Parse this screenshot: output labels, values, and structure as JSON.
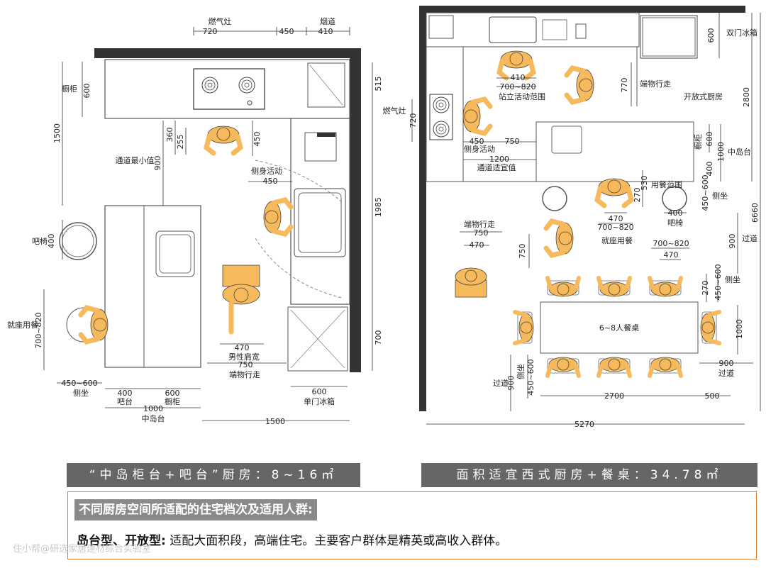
{
  "left_plan": {
    "top_dims": [
      "720",
      "450",
      "410"
    ],
    "top_labels": [
      "燃气灶",
      "烟道"
    ],
    "cabinet_label": "橱柜",
    "cabinet_depth": "600",
    "left_height": "1500",
    "dim_360": "360",
    "dim_255": "255",
    "dim_450v": "450",
    "aisle_dim": "900",
    "aisle_label": "通道最小值",
    "side_activity_label": "侧身活动",
    "side_activity_dim": "450",
    "right_dims": [
      "515",
      "1985",
      "700"
    ],
    "stool_label": "吧椅",
    "stool_dim": "400",
    "seated_dining_label": "就座用餐",
    "seated_dim": "700~820",
    "shoulder_dim": "470",
    "shoulder_label": "男性肩宽",
    "walk_dim": "750",
    "walk_label": "端物行走",
    "side_seat_dim": "450~600",
    "side_seat_label": "侧坐",
    "bar_dim": "400",
    "bar_label": "吧台",
    "cab_dim": "600",
    "cab_label": "橱柜",
    "island_dim": "1000",
    "island_label": "中岛台",
    "fridge_dim": "600",
    "fridge_label": "单门冰箱",
    "bottom_dim": "1500"
  },
  "right_plan": {
    "double_fridge_label": "双门冰箱",
    "fridge_depth": "600",
    "stand_dims": [
      "410",
      "700~820"
    ],
    "stand_label": "站立活动范围",
    "stove_label": "燃气灶",
    "stove_dim": "720",
    "carry_dim": "770",
    "carry_label": "端物行走",
    "open_kitchen_label": "开放式厨房",
    "total_height": "2800",
    "side_act_dim": "450",
    "side_act_label": "侧身活动",
    "gap_dim": "750",
    "passage_dim": "1200",
    "passage_label": "通道适宜值",
    "cab_label": "橱柜",
    "cab_dim": "600",
    "island_dim": "1000",
    "island_label": "中岛台",
    "dim_400": "400",
    "dim_530": "530",
    "dim_270": "270",
    "dining_stand_label": "用餐范围",
    "dim_450_600": "450~600",
    "side_seat_label": "侧坐",
    "total_right": "6660",
    "stool_dim": "400",
    "stool_label": "吧椅",
    "dim_470": "470",
    "dim_700_820": "700~820",
    "carry2_label": "端物行走",
    "carry2_dim": "750",
    "carry2_sub": "470",
    "carry2_v": "750",
    "seated_label": "就座用餐",
    "dim_700_820b": "700~820",
    "dim_470b": "470",
    "passage900": "900",
    "passage_label2": "过道",
    "dim_270b": "270",
    "dim_450_600b": "450~600",
    "side_label2": "侧坐",
    "table_label": "6~8人餐桌",
    "dim_1000": "1000",
    "dim_900b": "900",
    "passage_label3": "过道",
    "left_side_label": "侧坐",
    "left_side_dim": "450~600",
    "left_pass_dim": "900",
    "left_pass_label": "过道",
    "dim_2700": "2700",
    "dim_500": "500",
    "bottom_dim": "5270"
  },
  "banners": {
    "left": "“中岛柜台+吧台”厨房：8~16㎡",
    "right": "面积适宜西式厨房+餐桌：34.78㎡"
  },
  "summary": {
    "heading": "不同厨房空间所适配的住宅档次及适用人群:",
    "bold_part": "岛台型、开放型:",
    "rest": " 适配大面积段，高端住宅。主要客户群体是精英或高收入群体。"
  },
  "watermark": "住小帮@研选家居建材综合实验室",
  "colors": {
    "person_fill": "#f6b95c",
    "wall": "#333333",
    "line": "#555555",
    "banner": "#666666",
    "border": "#e07a2c"
  }
}
